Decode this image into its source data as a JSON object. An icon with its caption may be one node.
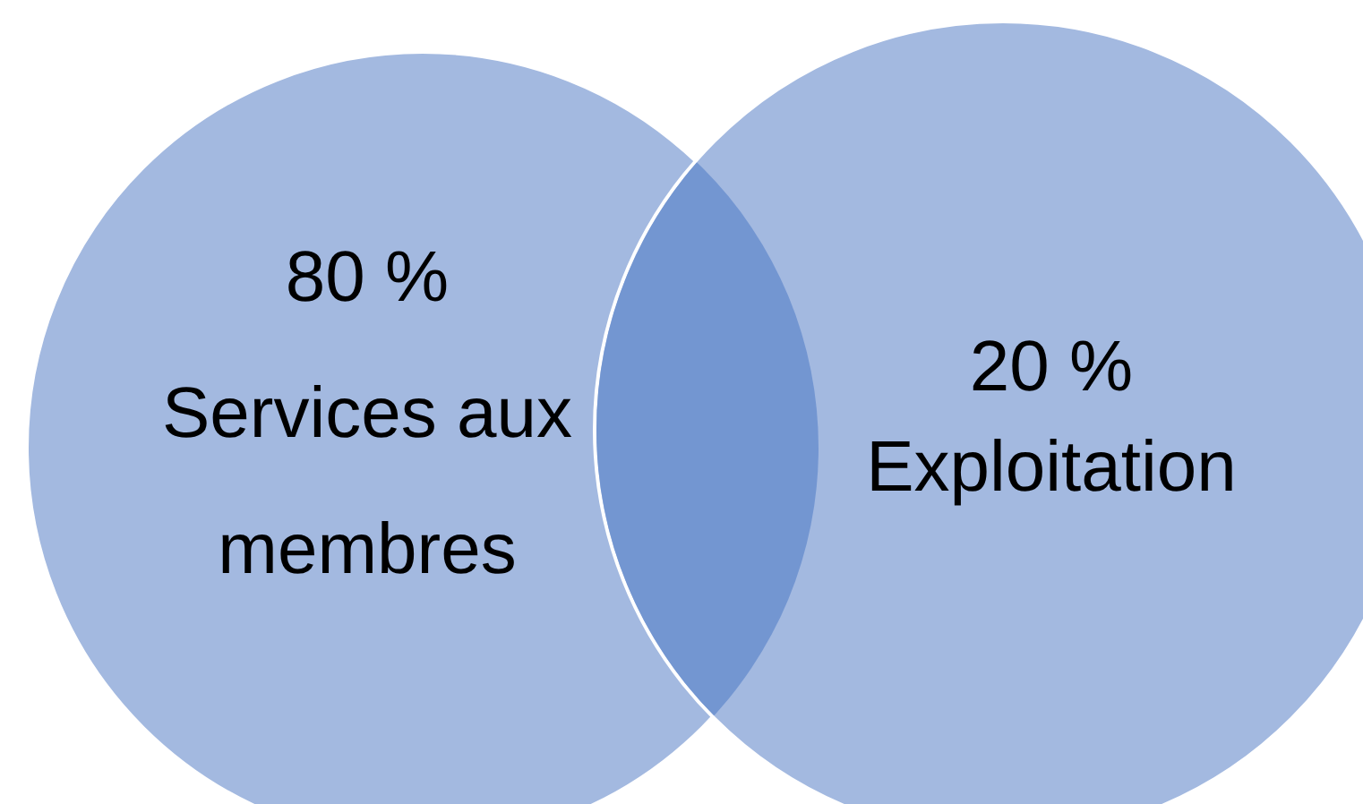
{
  "diagram": {
    "nodes": [
      {
        "text": [
          "80 %",
          "Services aux membres"
        ]
      },
      {
        "text": [
          "20 %",
          "Exploitation"
        ]
      }
    ]
  }
}
